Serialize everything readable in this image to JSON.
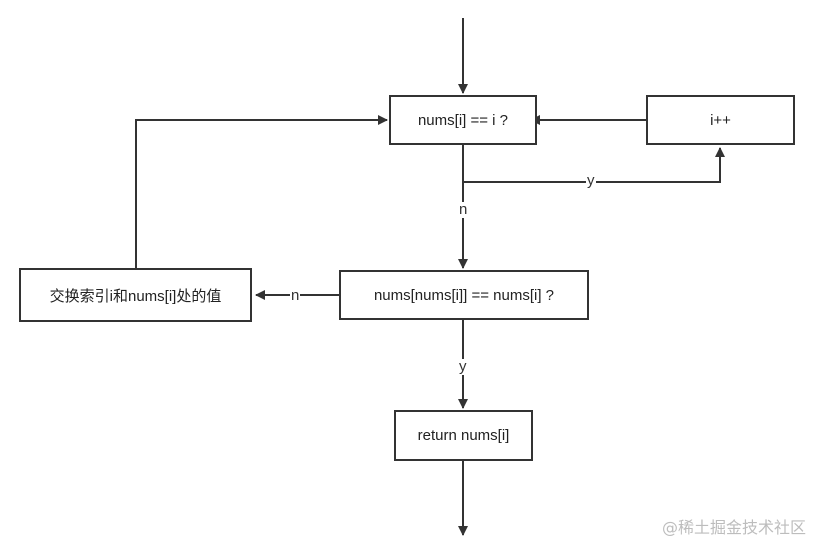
{
  "nodes": {
    "check_index": "nums[i] == i ?",
    "increment": "i++",
    "check_target": "nums[nums[i]] == nums[i] ?",
    "swap": "交换索引i和nums[i]处的值",
    "return": "return nums[i]"
  },
  "edge_labels": {
    "check_index_yes": "y",
    "check_index_no": "n",
    "check_target_no": "n",
    "check_target_yes": "y"
  },
  "watermark": "@稀土掘金技术社区",
  "colors": {
    "stroke": "#333333",
    "text": "#222222",
    "watermark": "#bdbdbd"
  }
}
